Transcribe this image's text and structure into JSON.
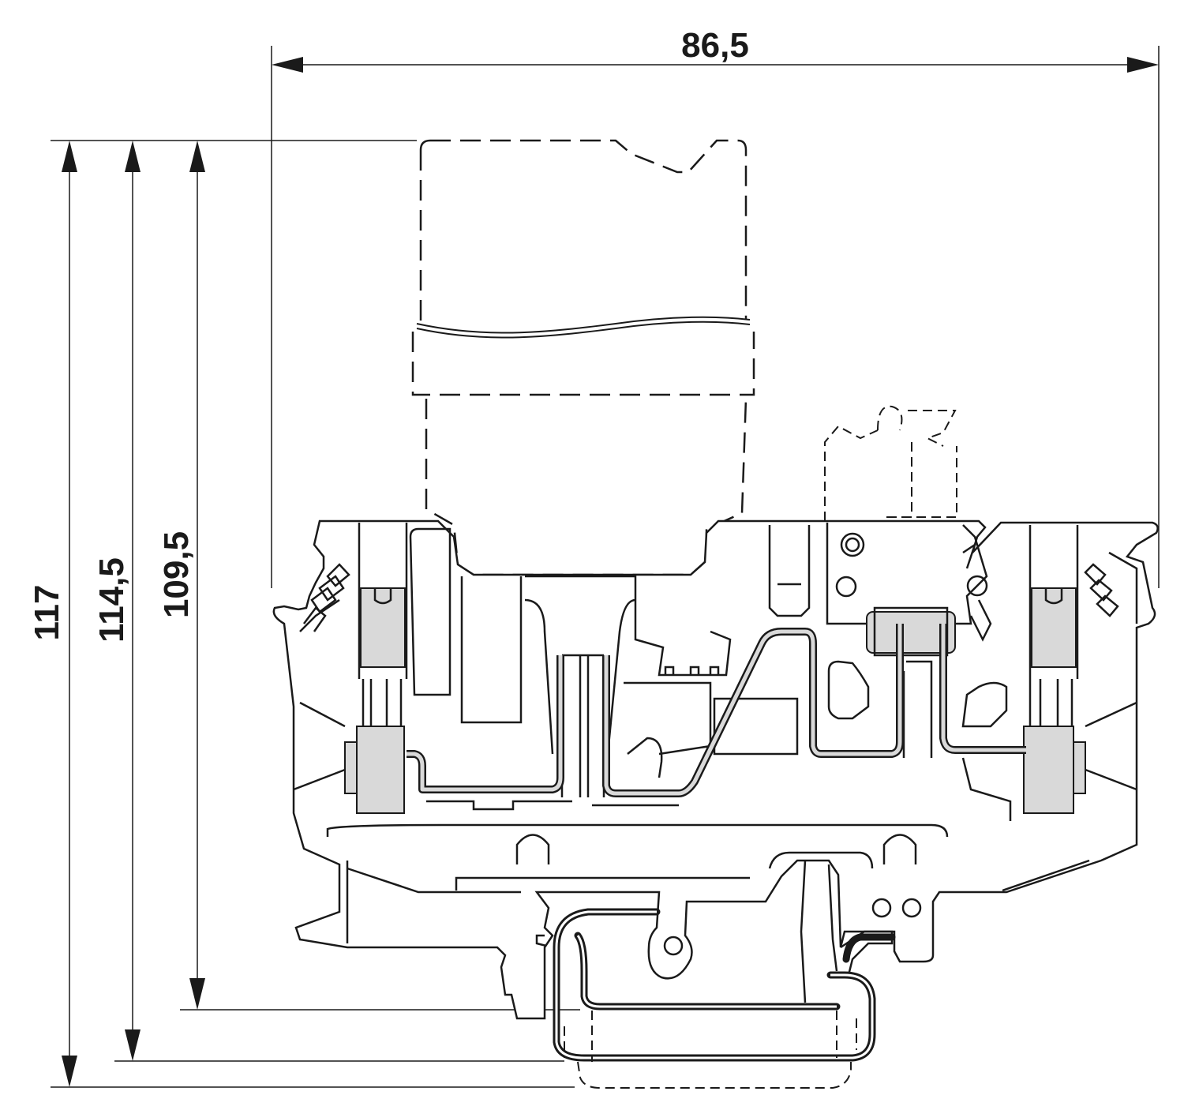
{
  "dimensions": {
    "width": "86,5",
    "height_total": "117",
    "height_mid": "114,5",
    "height_small": "109,5"
  },
  "colors": {
    "line": "#1a1a1a",
    "fill_grey": "#d9d9d9",
    "background": "#ffffff"
  }
}
